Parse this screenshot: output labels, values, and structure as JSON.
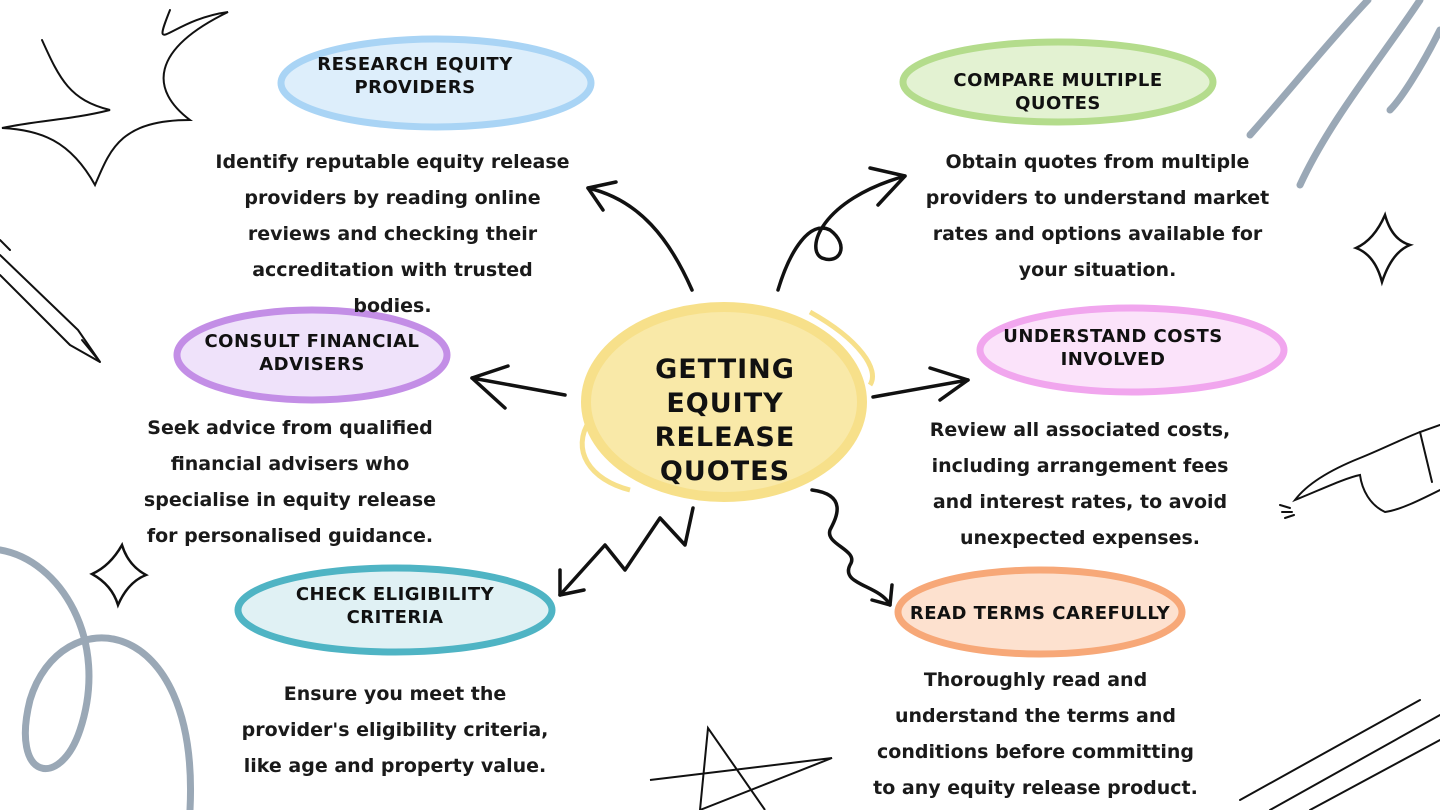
{
  "center": {
    "title": "GETTING EQUITY RELEASE QUOTES",
    "color": "#f7e08a"
  },
  "nodes": [
    {
      "id": "research",
      "title": "RESEARCH EQUITY PROVIDERS",
      "color": "#a9d4f5",
      "desc": "Identify reputable equity release providers by reading online reviews and checking their accreditation with trusted bodies."
    },
    {
      "id": "compare",
      "title": "COMPARE MULTIPLE QUOTES",
      "color": "#b4dc8c",
      "desc": "Obtain quotes from multiple providers to understand market rates and options available for your situation."
    },
    {
      "id": "consult",
      "title": "CONSULT FINANCIAL ADVISERS",
      "color": "#c38ee6",
      "desc": "Seek advice from qualified financial advisers who specialise in equity release for personalised guidance."
    },
    {
      "id": "costs",
      "title": "UNDERSTAND COSTS INVOLVED",
      "color": "#f1a6ee",
      "desc": "Review all associated costs, including arrangement fees and interest rates, to avoid unexpected expenses."
    },
    {
      "id": "eligibility",
      "title": "CHECK ELIGIBILITY CRITERIA",
      "color": "#4fb4c4",
      "desc": "Ensure you meet the provider's eligibility criteria, like age and property value."
    },
    {
      "id": "terms",
      "title": "READ TERMS CAREFULLY",
      "color": "#f7a878",
      "desc": "Thoroughly read and understand the terms and conditions before committing to any equity release product."
    }
  ],
  "decor_color": "#9aa8b6",
  "icons": [
    "starburst-icon",
    "pencil-icon",
    "sparkle-icon",
    "pointing-hand-icon",
    "star-outline-icon",
    "scribble-lines-icon"
  ]
}
